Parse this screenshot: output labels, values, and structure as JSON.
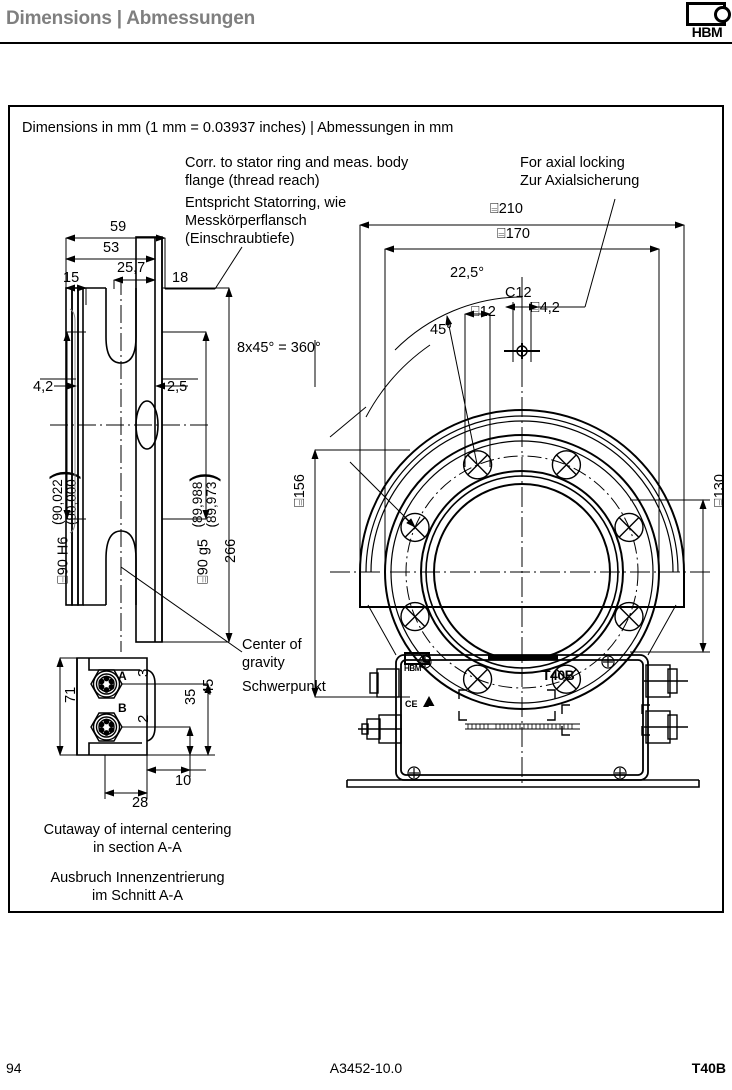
{
  "header": {
    "title": "Dimensions | Abmessungen",
    "logo_text": "HBM"
  },
  "drawing": {
    "caption": "Dimensions in mm (1 mm = 0.03937 inches) | Abmessungen in mm",
    "notes": {
      "stator_en_line1": "Corr. to stator ring and meas. body",
      "stator_en_line2": "flange (thread reach)",
      "stator_de_line1": "Entspricht Statorring, wie",
      "stator_de_line2": "Messkörperflansch",
      "stator_de_line3": "(Einschraubtiefe)",
      "axial_en": "For axial locking",
      "axial_de": "Zur Axialsicherung",
      "cog_en_line1": "Center of",
      "cog_en_line2": "gravity",
      "cog_de": "Schwerpunkt",
      "cutaway_en_line1": "Cutaway of internal centering",
      "cutaway_en_line2": "in section A-A",
      "cutaway_de_line1": "Ausbruch Innenzentrierung",
      "cutaway_de_line2": "im Schnitt A-A"
    },
    "side_view": {
      "d59": "59",
      "d53": "53",
      "d257": "25,7",
      "d18": "18",
      "d15": "15",
      "d42": "4,2",
      "d25": "2,5",
      "d266": "266",
      "bore_label": "⌸90 H6",
      "bore_tol_upper": "(90,022",
      "bore_tol_lower": "(90,000",
      "shaft_label": "⌸90 g5",
      "shaft_tol_upper": "(89,988",
      "shaft_tol_lower": "(89,973",
      "d71": "71",
      "d45": "45",
      "d35": "35",
      "d10": "10",
      "d28": "28",
      "connector_a": "A",
      "connector_b": "B",
      "connector_a_num": "3",
      "connector_b_num": "2"
    },
    "front_view": {
      "d210": "⌸210",
      "d170": "⌸170",
      "d156": "⌸156",
      "d130": "⌸130",
      "d12": "⌸12",
      "d42": "⌸4,2",
      "thread": "C12",
      "angle_225": "22,5°",
      "angle_45": "45°",
      "hole_pattern": "8x45° = 360°",
      "housing_product": "T40B",
      "housing_logo": "HBM",
      "housing_ce": "CE",
      "bolt_hole_count": 8
    }
  },
  "footer": {
    "page_number": "94",
    "document_id": "A3452-10.0",
    "product": "T40B"
  },
  "colors": {
    "title_gray": "#7f7f7f",
    "line_black": "#000000",
    "background": "#ffffff"
  }
}
